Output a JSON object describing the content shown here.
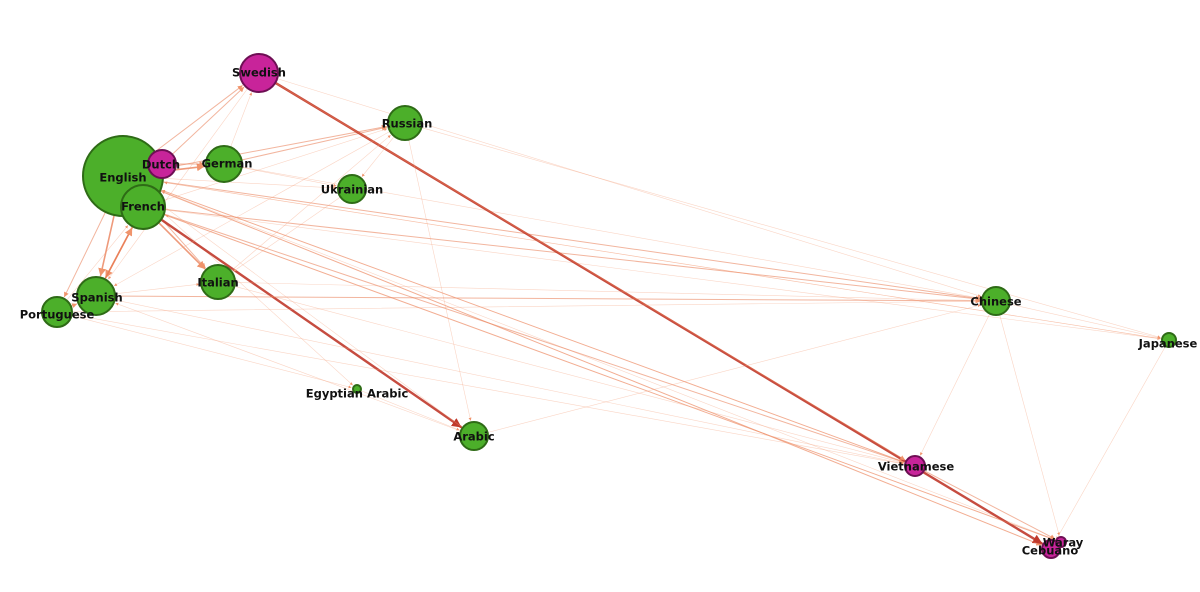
{
  "colors": {
    "green_fill": "#4caf2a",
    "green_stroke": "#2e6b16",
    "magenta_fill": "#c8249a",
    "magenta_stroke": "#6e0f54",
    "edge_light": "#f3a27f",
    "edge_mid": "#e8784f",
    "edge_dark": "#c0392b"
  },
  "nodes": [
    {
      "id": "english",
      "label": "English",
      "group": "green"
    },
    {
      "id": "french",
      "label": "French",
      "group": "green"
    },
    {
      "id": "dutch",
      "label": "Dutch",
      "group": "magenta"
    },
    {
      "id": "german",
      "label": "German",
      "group": "green"
    },
    {
      "id": "swedish",
      "label": "Swedish",
      "group": "magenta"
    },
    {
      "id": "russian",
      "label": "Russian",
      "group": "green"
    },
    {
      "id": "ukrainian",
      "label": "Ukrainian",
      "group": "green"
    },
    {
      "id": "italian",
      "label": "Italian",
      "group": "green"
    },
    {
      "id": "spanish",
      "label": "Spanish",
      "group": "green"
    },
    {
      "id": "portuguese",
      "label": "Portuguese",
      "group": "green"
    },
    {
      "id": "egyptian_arabic",
      "label": "Egyptian Arabic",
      "group": "green"
    },
    {
      "id": "arabic",
      "label": "Arabic",
      "group": "green"
    },
    {
      "id": "chinese",
      "label": "Chinese",
      "group": "green"
    },
    {
      "id": "japanese",
      "label": "Japanese",
      "group": "green"
    },
    {
      "id": "vietnamese",
      "label": "Vietnamese",
      "group": "magenta"
    },
    {
      "id": "cebuano",
      "label": "Cebuano",
      "group": "magenta"
    },
    {
      "id": "waray",
      "label": "Waray",
      "group": "magenta"
    }
  ],
  "edges": [
    {
      "from": "english",
      "to": "swedish",
      "weight": 2
    },
    {
      "from": "english",
      "to": "russian",
      "weight": 2
    },
    {
      "from": "english",
      "to": "german",
      "weight": 3
    },
    {
      "from": "english",
      "to": "ukrainian",
      "weight": 1
    },
    {
      "from": "english",
      "to": "italian",
      "weight": 2
    },
    {
      "from": "english",
      "to": "spanish",
      "weight": 3
    },
    {
      "from": "english",
      "to": "portuguese",
      "weight": 2
    },
    {
      "from": "english",
      "to": "chinese",
      "weight": 2
    },
    {
      "from": "english",
      "to": "japanese",
      "weight": 1
    },
    {
      "from": "english",
      "to": "vietnamese",
      "weight": 2
    },
    {
      "from": "english",
      "to": "cebuano",
      "weight": 2
    },
    {
      "from": "english",
      "to": "waray",
      "weight": 1
    },
    {
      "from": "english",
      "to": "egyptian_arabic",
      "weight": 1
    },
    {
      "from": "french",
      "to": "arabic",
      "weight": 4
    },
    {
      "from": "french",
      "to": "italian",
      "weight": 3
    },
    {
      "from": "french",
      "to": "spanish",
      "weight": 3
    },
    {
      "from": "french",
      "to": "chinese",
      "weight": 2
    },
    {
      "from": "french",
      "to": "vietnamese",
      "weight": 2
    },
    {
      "from": "french",
      "to": "waray",
      "weight": 2
    },
    {
      "from": "french",
      "to": "russian",
      "weight": 1
    },
    {
      "from": "french",
      "to": "japanese",
      "weight": 1
    },
    {
      "from": "dutch",
      "to": "swedish",
      "weight": 2
    },
    {
      "from": "dutch",
      "to": "german",
      "weight": 2
    },
    {
      "from": "german",
      "to": "russian",
      "weight": 2
    },
    {
      "from": "german",
      "to": "swedish",
      "weight": 1
    },
    {
      "from": "german",
      "to": "chinese",
      "weight": 1
    },
    {
      "from": "german",
      "to": "ukrainian",
      "weight": 1
    },
    {
      "from": "swedish",
      "to": "cebuano",
      "weight": 4
    },
    {
      "from": "swedish",
      "to": "vietnamese",
      "weight": 2
    },
    {
      "from": "swedish",
      "to": "chinese",
      "weight": 1
    },
    {
      "from": "swedish",
      "to": "spanish",
      "weight": 1
    },
    {
      "from": "russian",
      "to": "ukrainian",
      "weight": 1
    },
    {
      "from": "russian",
      "to": "japanese",
      "weight": 1
    },
    {
      "from": "russian",
      "to": "arabic",
      "weight": 1
    },
    {
      "from": "russian",
      "to": "spanish",
      "weight": 1
    },
    {
      "from": "ukrainian",
      "to": "italian",
      "weight": 1
    },
    {
      "from": "spanish",
      "to": "chinese",
      "weight": 2
    },
    {
      "from": "spanish",
      "to": "vietnamese",
      "weight": 1
    },
    {
      "from": "spanish",
      "to": "italian",
      "weight": 1
    },
    {
      "from": "spanish",
      "to": "french",
      "weight": 3
    },
    {
      "from": "portuguese",
      "to": "spanish",
      "weight": 2
    },
    {
      "from": "portuguese",
      "to": "french",
      "weight": 1
    },
    {
      "from": "portuguese",
      "to": "chinese",
      "weight": 1
    },
    {
      "from": "portuguese",
      "to": "vietnamese",
      "weight": 1
    },
    {
      "from": "portuguese",
      "to": "egyptian_arabic",
      "weight": 1
    },
    {
      "from": "italian",
      "to": "chinese",
      "weight": 1
    },
    {
      "from": "italian",
      "to": "vietnamese",
      "weight": 1
    },
    {
      "from": "italian",
      "to": "russian",
      "weight": 1
    },
    {
      "from": "arabic",
      "to": "chinese",
      "weight": 1
    },
    {
      "from": "arabic",
      "to": "spanish",
      "weight": 1
    },
    {
      "from": "arabic",
      "to": "english",
      "weight": 1
    },
    {
      "from": "egyptian_arabic",
      "to": "arabic",
      "weight": 1
    },
    {
      "from": "chinese",
      "to": "japanese",
      "weight": 1
    },
    {
      "from": "chinese",
      "to": "vietnamese",
      "weight": 1
    },
    {
      "from": "chinese",
      "to": "waray",
      "weight": 1
    },
    {
      "from": "japanese",
      "to": "english",
      "weight": 1
    },
    {
      "from": "japanese",
      "to": "cebuano",
      "weight": 1
    },
    {
      "from": "vietnamese",
      "to": "waray",
      "weight": 2
    },
    {
      "from": "vietnamese",
      "to": "english",
      "weight": 1
    },
    {
      "from": "cebuano",
      "to": "english",
      "weight": 1
    },
    {
      "from": "waray",
      "to": "french",
      "weight": 1
    }
  ]
}
